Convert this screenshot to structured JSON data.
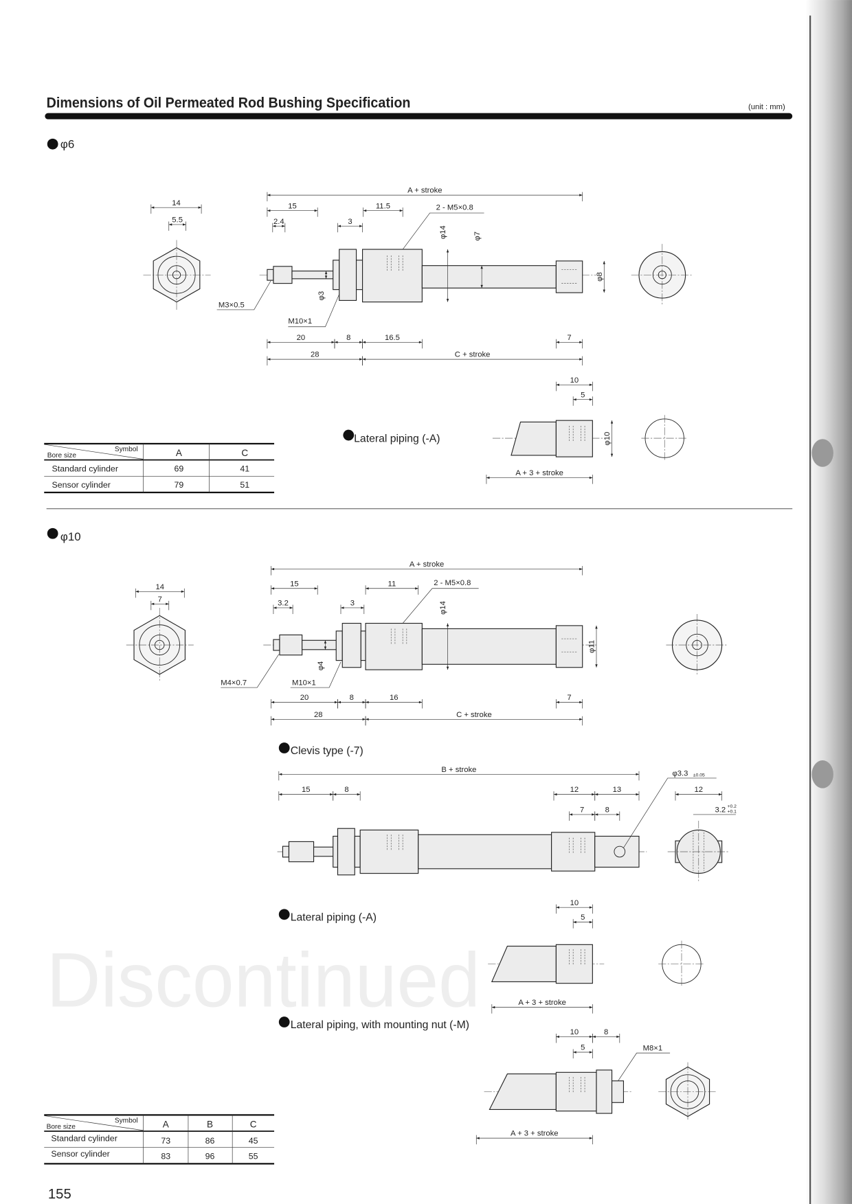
{
  "header": {
    "title": "Dimensions of Oil Permeated Rod Bushing Specification",
    "unit": "(unit : mm)"
  },
  "watermark": "Discontinued",
  "page_number": "155",
  "phi6": {
    "heading": "φ6",
    "end_view": {
      "d14": "14",
      "d5_5": "5.5"
    },
    "main": {
      "a_stroke": "A + stroke",
      "d15": "15",
      "d11_5": "11.5",
      "port": "2 - M5×0.8",
      "d2_4": "2.4",
      "d3": "3",
      "phi14": "φ14",
      "phi7": "φ7",
      "phi8": "φ8",
      "phi3": "φ3",
      "m3": "M3×0.5",
      "m10": "M10×1",
      "d20": "20",
      "d8": "8",
      "d16_5": "16.5",
      "d7": "7",
      "d28": "28",
      "c_stroke": "C + stroke"
    },
    "lateral": {
      "label": "Lateral piping (-A)",
      "d10": "10",
      "d5": "5",
      "phi10": "φ10",
      "a3_stroke": "A + 3 + stroke"
    },
    "table": {
      "symbol": "Symbol",
      "bore": "Bore size",
      "columns": [
        "A",
        "C"
      ],
      "rows": [
        {
          "name": "Standard cylinder",
          "values": [
            "69",
            "41"
          ]
        },
        {
          "name": "Sensor cylinder",
          "values": [
            "79",
            "51"
          ]
        }
      ]
    }
  },
  "phi10": {
    "heading": "φ10",
    "end_view": {
      "d14": "14",
      "d7": "7"
    },
    "main": {
      "a_stroke": "A + stroke",
      "d15": "15",
      "d11": "11",
      "port": "2 - M5×0.8",
      "d3_2": "3.2",
      "d3": "3",
      "phi14": "φ14",
      "phi11": "φ11",
      "phi4": "φ4",
      "m4": "M4×0.7",
      "m10": "M10×1",
      "d20": "20",
      "d8": "8",
      "d16": "16",
      "d7": "7",
      "d28": "28",
      "c_stroke": "C + stroke"
    },
    "clevis": {
      "label": "Clevis type (-7)",
      "b_stroke": "B + stroke",
      "d15": "15",
      "d8": "8",
      "d12": "12",
      "d13": "13",
      "d7": "7",
      "d8b": "8",
      "hole": "φ3.3",
      "hole_tol": "±0.05",
      "end_12": "12",
      "slot": "3.2",
      "slot_tol_upper": "+0.2",
      "slot_tol_lower": "+0.1"
    },
    "lateral": {
      "label": "Lateral piping (-A)",
      "d10": "10",
      "d5": "5",
      "a3_stroke": "A + 3 + stroke"
    },
    "mount_nut": {
      "label": "Lateral piping, with mounting nut (-M)",
      "d10": "10",
      "d8": "8",
      "d5": "5",
      "m8": "M8×1",
      "a3_stroke": "A + 3 + stroke"
    },
    "table": {
      "symbol": "Symbol",
      "bore": "Bore size",
      "columns": [
        "A",
        "B",
        "C"
      ],
      "rows": [
        {
          "name": "Standard cylinder",
          "values": [
            "73",
            "86",
            "45"
          ]
        },
        {
          "name": "Sensor cylinder",
          "values": [
            "83",
            "96",
            "55"
          ]
        }
      ]
    }
  }
}
